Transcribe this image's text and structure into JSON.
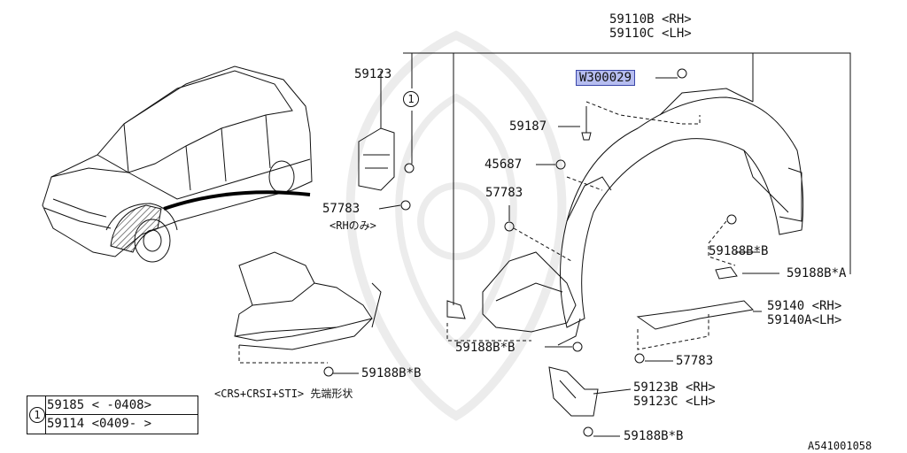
{
  "labels": {
    "p59110_rh": "59110B <RH>",
    "p59110_lh": "59110C <LH>",
    "p59123": "59123",
    "circle_one": "1",
    "w300029": "W300029",
    "p59187": "59187",
    "p45687": "45687",
    "p57783_a": "57783",
    "p57783_b": "57783",
    "rh_only": "<RHのみ>",
    "p59188_a": "59188B*B",
    "p59188_b": "59188B*A",
    "p59140_rh": "59140  <RH>",
    "p59140_lh": "59140A<LH>",
    "p59188_c": "59188B*B",
    "p57783_c": "57783",
    "p59188_d": "59188B*B",
    "crs_note": "<CRS+CRSI+STI> 先端形状",
    "p59123_rh": "59123B <RH>",
    "p59123_lh": "59123C <LH>",
    "p59188_e": "59188B*B",
    "ref_code": "A541001058"
  },
  "legend": {
    "marker": "1",
    "row1": "59185 <    -0408>",
    "row2": "59114 <0409-    >"
  },
  "colors": {
    "line": "#111111",
    "highlight_fill": "#b6bdf0",
    "highlight_border": "#3a46a8"
  }
}
